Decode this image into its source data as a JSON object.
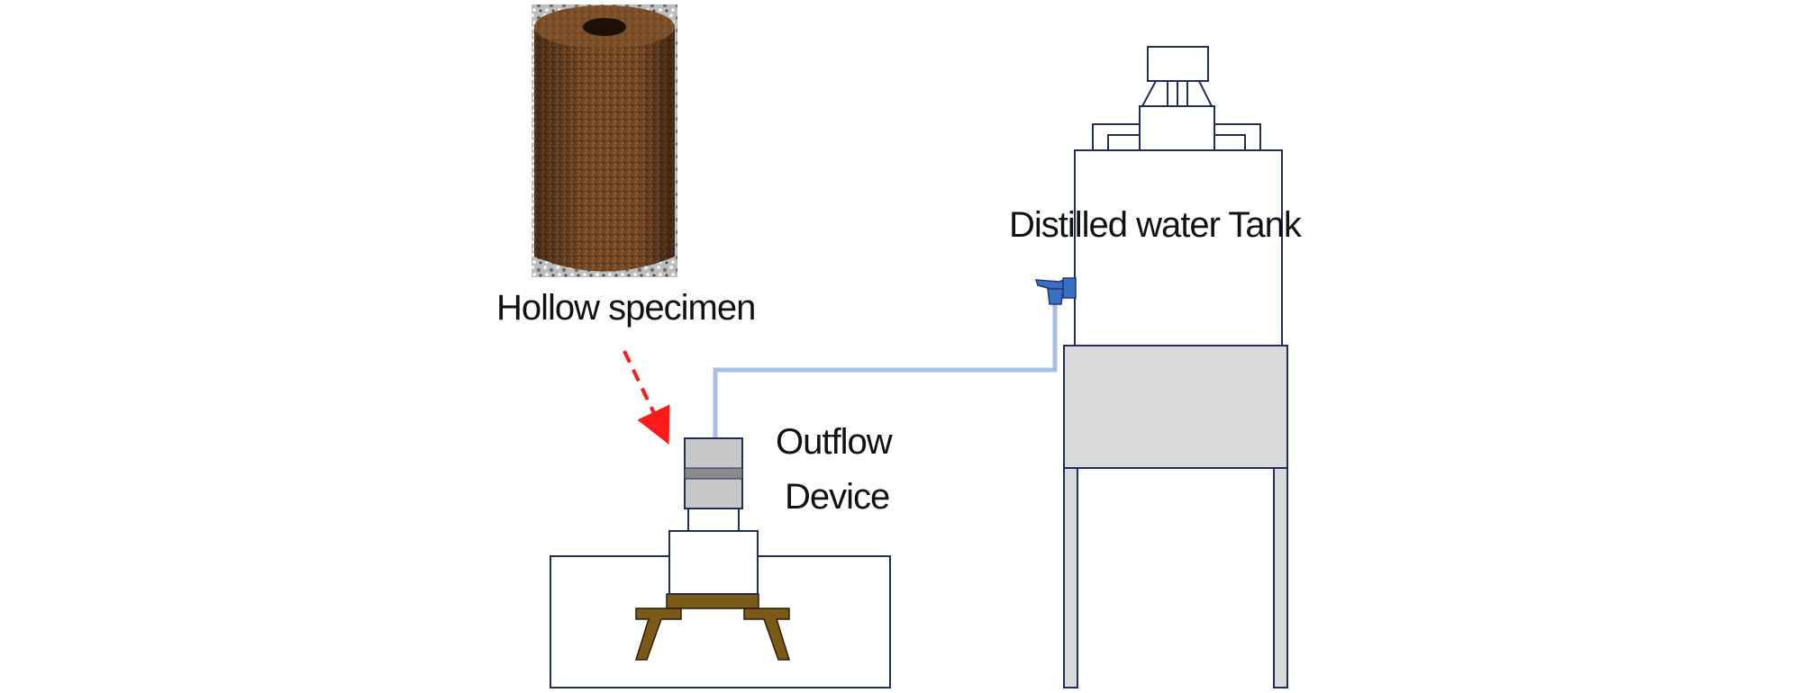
{
  "labels": {
    "specimen": "Hollow specimen",
    "outflow_line1": "Outflow",
    "outflow_line2": "Device",
    "tank": "Distilled water Tank"
  },
  "colors": {
    "outline": "#1f2d5c",
    "stand_fill": "#d9d9d9",
    "device_fill": "#c8c8c8",
    "device_band": "#8a8a8a",
    "water_line": "#a9bde6",
    "faucet": "#3b6fc4",
    "arrow": "#ff1a1a",
    "clamp": "#7a5a16",
    "specimen_body": "#6e4423"
  },
  "icons": {
    "faucet": "faucet-icon",
    "specimen_photo": "hollow-specimen-photo"
  }
}
